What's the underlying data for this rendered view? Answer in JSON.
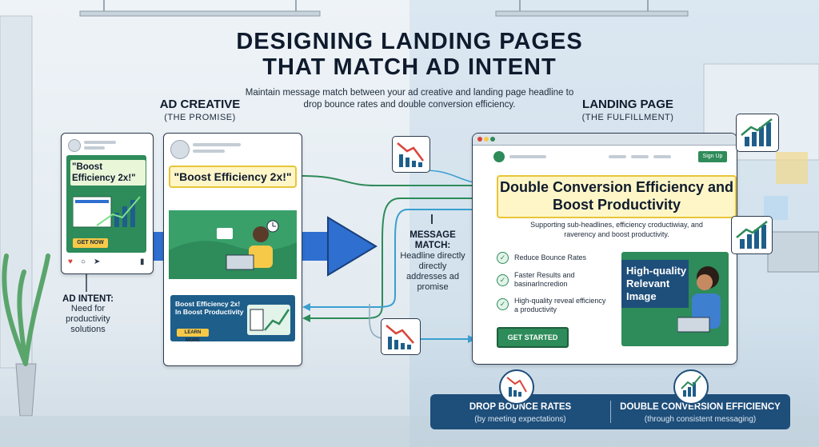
{
  "title_line1": "DESIGNING LANDING PAGES",
  "title_line2": "THAT MATCH AD INTENT",
  "subtitle": "Maintain message match between your ad creative and landing page headline to drop bounce rates and double conversion efficiency.",
  "ad_creative": {
    "heading": "AD CREATIVE",
    "subheading": "(THE PROMISE)"
  },
  "landing_page": {
    "heading": "LANDING PAGE",
    "subheading": "(THE FULFILLMENT)"
  },
  "phone_ad": {
    "headline": "\"Boost Efficiency 2x!\"",
    "cta": "GET NOW"
  },
  "social_post": {
    "quote": "\"Boost Efficiency 2x!\""
  },
  "banner_ad": {
    "headline": "Boost Efficiency 2x! In Boost Productivity",
    "cta": "LEARN MORE"
  },
  "ad_intent": {
    "label": "AD INTENT:",
    "text": "Need for productivity solutions"
  },
  "message_match": {
    "label": "MESSAGE MATCH:",
    "text": "Headline directly directly addresses ad promise"
  },
  "lp": {
    "signup": "Sign Up",
    "headline": "Double Conversion Efficiency and Boost Productivity",
    "subheadline": "Supporting sub-headlines, efficiency croductiwiay, and raverency and boost productivity.",
    "features": [
      "Reduce Bounce Rates",
      "Faster Results and basinarIncredion",
      "High-quality reveal efficiency a productivity"
    ],
    "image_label": "High-quality Relevant Image",
    "cta": "GET STARTED"
  },
  "bottom": {
    "left_title": "DROP BOUNCE RATES",
    "left_sub": "(by meeting expectations)",
    "right_title": "DOUBLE CONVERSION EFFICIENCY",
    "right_sub": "(through consistent messaging)"
  },
  "colors": {
    "accent_green": "#2e8b5a",
    "accent_blue": "#1e5e8a",
    "highlight_yellow": "#f7c948",
    "down_red": "#d9443a"
  },
  "icons": [
    "trend-down-icon",
    "trend-up-icon",
    "check-icon",
    "heart-icon",
    "comment-icon",
    "share-icon",
    "bookmark-icon",
    "clock-icon",
    "chat-bubble-icon"
  ]
}
